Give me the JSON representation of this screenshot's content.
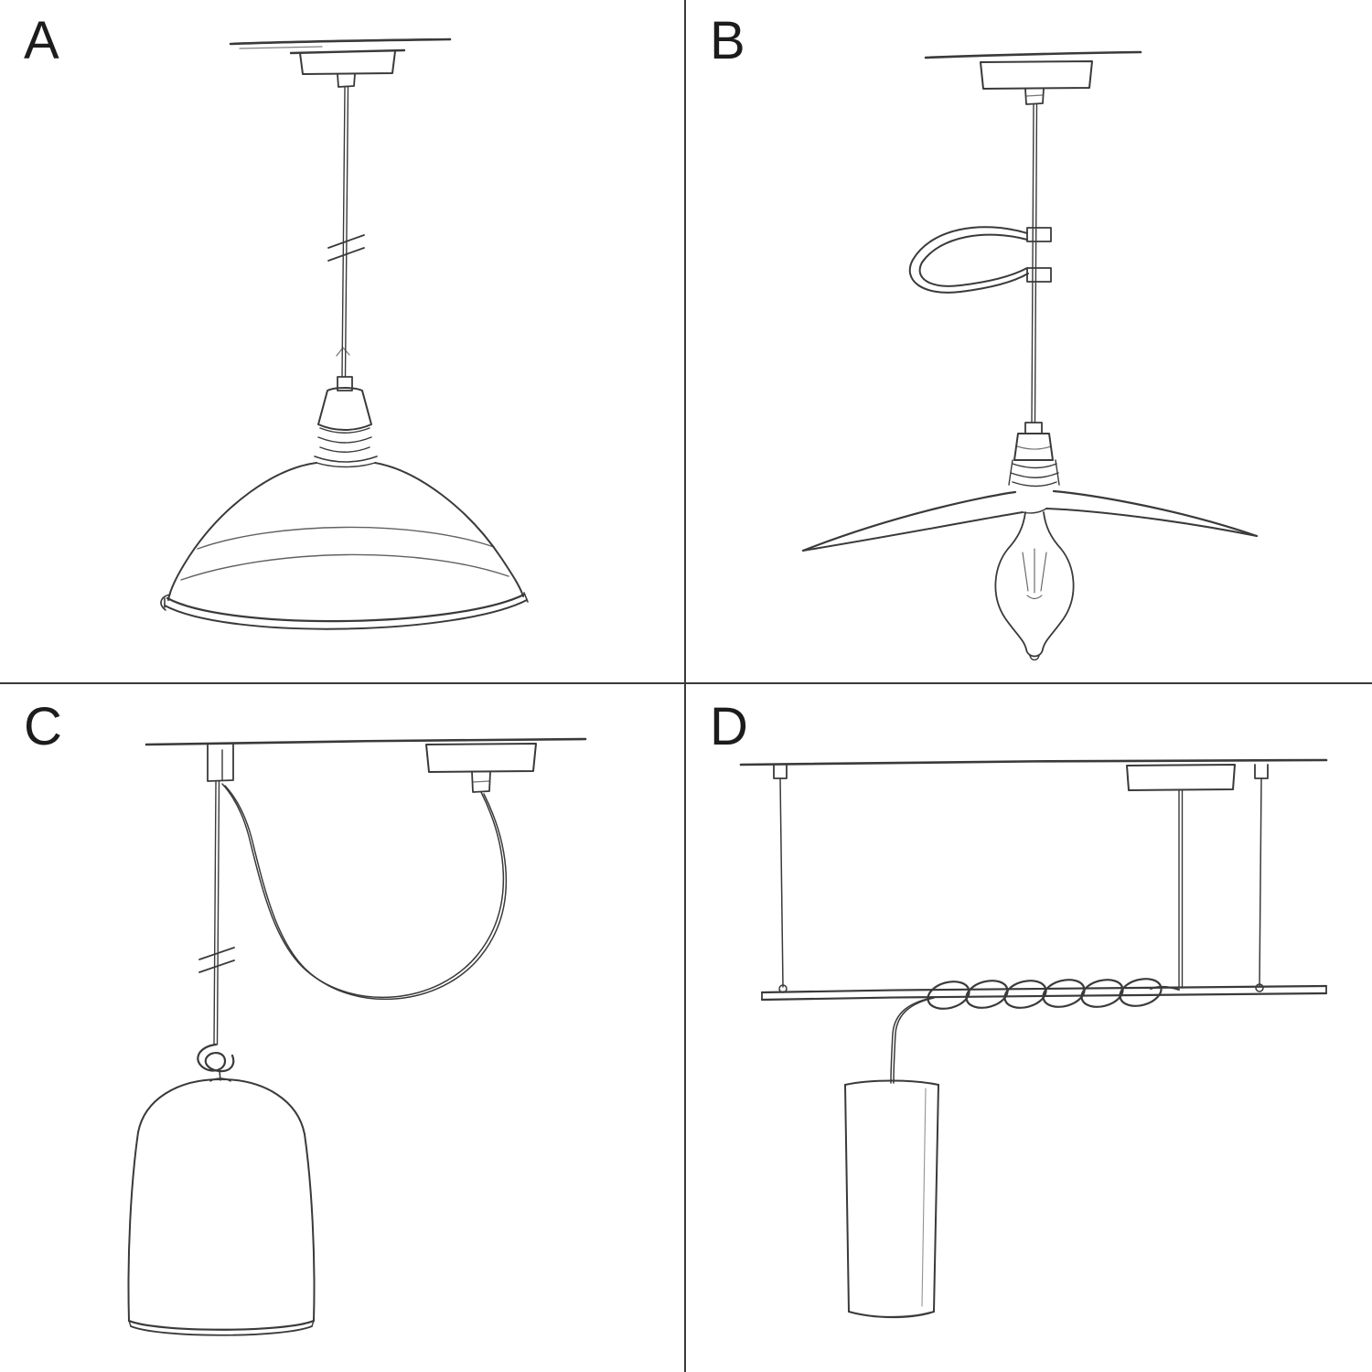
{
  "colors": {
    "ink": "#3a3a3a",
    "divider": "#3a3a3a",
    "background": "#ffffff"
  },
  "panels": [
    {
      "label": "A",
      "name": "pendant-straight-cable-industrial-shade"
    },
    {
      "label": "B",
      "name": "pendant-leaf-clip-flat-plate-shade-with-bulb"
    },
    {
      "label": "C",
      "name": "swag-hook-pendant-bell-shade"
    },
    {
      "label": "D",
      "name": "suspended-bar-coiled-cable-cylinder-shade"
    }
  ]
}
